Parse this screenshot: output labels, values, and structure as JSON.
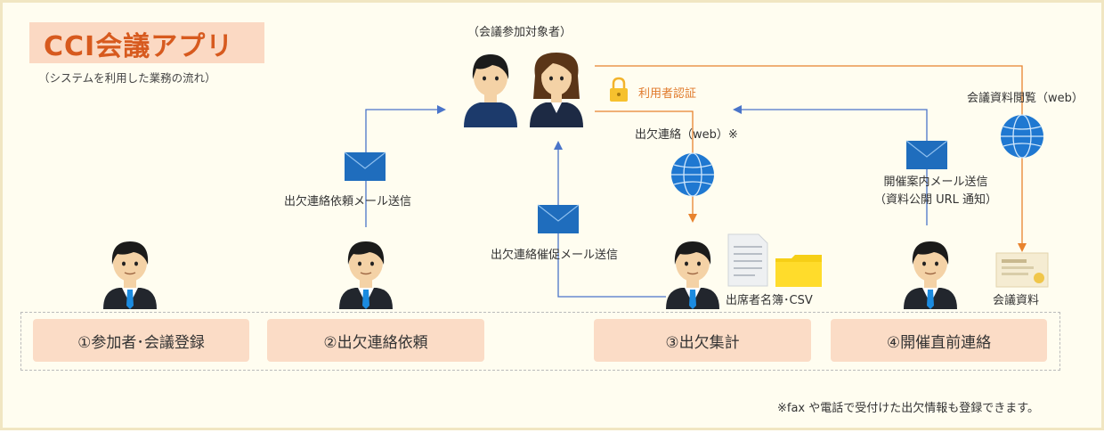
{
  "header": {
    "title": "CCI会議アプリ",
    "subtitle": "（システムを利用した業務の流れ）"
  },
  "participants_label": "（会議参加対象者）",
  "auth_label": "利用者認証",
  "flows": {
    "request_mail": "出欠連絡依頼メール送信",
    "reminder_mail": "出欠連絡催促メール送信",
    "attendance_web": "出欠連絡（web）※",
    "meeting_notice_line1": "開催案内メール送信",
    "meeting_notice_line2": "（資料公開 URL 通知）",
    "materials_web": "会議資料閲覧（web）"
  },
  "outputs": {
    "roster": "出席者名簿･CSV",
    "materials": "会議資料"
  },
  "steps": [
    {
      "label": "①参加者･会議登録"
    },
    {
      "label": "②出欠連絡依頼"
    },
    {
      "label": "③出欠集計"
    },
    {
      "label": "④開催直前連絡"
    }
  ],
  "footnote": "※fax や電話で受付けた出欠情報も登録できます。",
  "colors": {
    "title": "#d75a1e",
    "title_bg": "#fbd9c3",
    "step_bg": "#fbdcc6",
    "blue_line": "#4a74c9",
    "orange_line": "#e8832e",
    "envelope": "#1f6dbd",
    "auth_text": "#e07a2c",
    "background": "#fffdf0"
  },
  "icons": [
    "man-icon",
    "woman-icon",
    "envelope-icon",
    "globe-icon",
    "lock-icon",
    "document-icon",
    "folder-icon",
    "certificate-icon"
  ]
}
